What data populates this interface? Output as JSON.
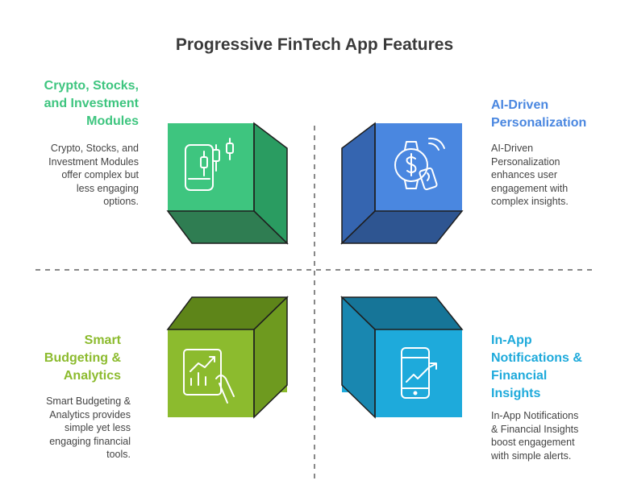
{
  "title": "Progressive FinTech App Features",
  "colors": {
    "green": "#3ec57f",
    "blue": "#4a87e0",
    "olive": "#8cbb2e",
    "cyan": "#1eaadb"
  },
  "quadrants": [
    {
      "id": "crypto",
      "heading": "Crypto, Stocks,\nand Investment\nModules",
      "description": "Crypto, Stocks, and\nInvestment Modules\noffer complex but\nless engaging\noptions.",
      "icon": "phone-candlestick-icon"
    },
    {
      "id": "ai",
      "heading": "AI-Driven\nPersonalization",
      "description": "AI-Driven\nPersonalization\nenhances user\nengagement with\ncomplex insights.",
      "icon": "smartwatch-payment-icon"
    },
    {
      "id": "budget",
      "heading": "Smart\nBudgeting &\nAnalytics",
      "description": "Smart Budgeting &\nAnalytics provides\nsimple yet less\nengaging financial\ntools.",
      "icon": "tablet-chart-hand-icon"
    },
    {
      "id": "notify",
      "heading": "In-App\nNotifications &\nFinancial\nInsights",
      "description": "In-App Notifications\n& Financial Insights\nboost engagement\nwith simple alerts.",
      "icon": "phone-trend-icon"
    }
  ]
}
